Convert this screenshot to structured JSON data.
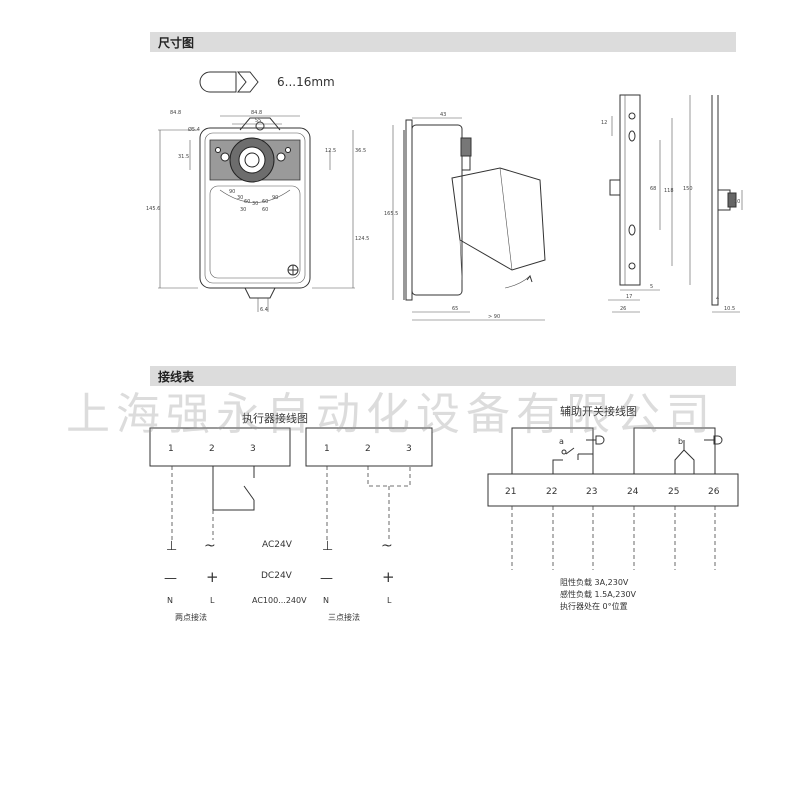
{
  "sections": {
    "dimensions": "尺寸图",
    "wiring": "接线表"
  },
  "shaft_range": "6...16mm",
  "dims": {
    "front": [
      "84.8",
      "84.8",
      "55",
      "Ø5.4",
      "31.5",
      "12.5",
      "36.5",
      "145.6",
      "124.5",
      "6.4"
    ],
    "side": [
      "43",
      "165.5",
      "65",
      "> 90"
    ],
    "bracket": [
      "12",
      "118",
      "68",
      "150",
      "17",
      "5",
      "26",
      "10",
      "10.5",
      "4"
    ]
  },
  "scale_marks": [
    "90",
    "30",
    "60",
    "30",
    "60",
    "90",
    "30",
    "60"
  ],
  "watermark": "上海强永自动化设备有限公司",
  "actuator_wiring": {
    "title": "执行器接线图",
    "left_terminals": [
      "1",
      "2",
      "3"
    ],
    "right_terminals": [
      "1",
      "2",
      "3"
    ],
    "rows": [
      {
        "left": "⊥",
        "mid": "~",
        "label": "AC24V",
        "r1": "⊥",
        "r2": "~"
      },
      {
        "left": "—",
        "mid": "+",
        "label": "DC24V",
        "r1": "—",
        "r2": "+"
      },
      {
        "left": "N",
        "mid": "L",
        "label": "AC100...240V",
        "r1": "N",
        "r2": "L"
      }
    ],
    "left_caption": "两点接法",
    "right_caption": "三点接法"
  },
  "aux_switch": {
    "title": "辅助开关接线图",
    "terminals": [
      "21",
      "22",
      "23",
      "24",
      "25",
      "26"
    ],
    "switch_a": "a",
    "switch_b": "b",
    "notes": [
      "阻性负载 3A,230V",
      "感性负载 1.5A,230V",
      "执行器处在 0°位置"
    ]
  }
}
